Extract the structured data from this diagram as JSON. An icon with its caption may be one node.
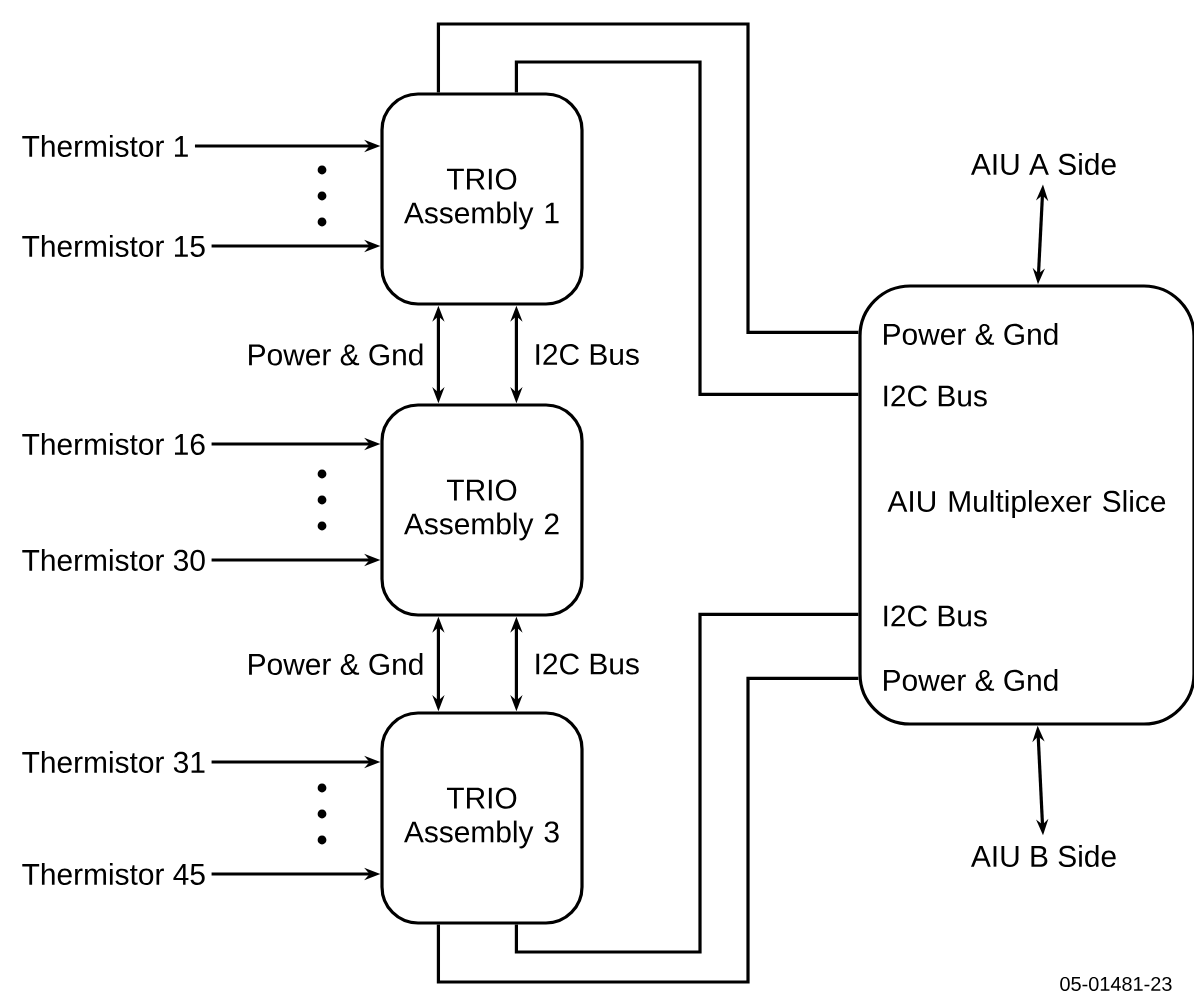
{
  "diagram": {
    "nodes": [
      {
        "text": [
          "TRIO Assembly 1"
        ]
      },
      {
        "text": [
          "TRIO Assembly 2"
        ]
      },
      {
        "text": [
          "TRIO Assembly 3"
        ]
      },
      {
        "text": [
          "Power & Gnd",
          "I2C Bus",
          "AIU Multiplexer Slice",
          "I2C Bus",
          "Power & Gnd"
        ]
      },
      {
        "text": [
          "Thermistor 1"
        ]
      },
      {
        "text": [
          "Thermistor 15"
        ]
      },
      {
        "text": [
          "Thermistor 16"
        ]
      },
      {
        "text": [
          "Thermistor 30"
        ]
      },
      {
        "text": [
          "Thermistor 31"
        ]
      },
      {
        "text": [
          "Thermistor 45"
        ]
      },
      {
        "text": [
          "AIU A Side"
        ]
      },
      {
        "text": [
          "AIU B Side"
        ]
      }
    ],
    "edges": [
      {
        "from": 4,
        "to": 0,
        "arrow": "to"
      },
      {
        "from": 5,
        "to": 0,
        "arrow": "to"
      },
      {
        "from": 6,
        "to": 1,
        "arrow": "to"
      },
      {
        "from": 7,
        "to": 1,
        "arrow": "to"
      },
      {
        "from": 8,
        "to": 2,
        "arrow": "to"
      },
      {
        "from": 9,
        "to": 2,
        "arrow": "to"
      },
      {
        "from": 0,
        "to": 1,
        "arrow": "both",
        "label": "Power & Gnd"
      },
      {
        "from": 0,
        "to": 1,
        "arrow": "both",
        "label": "I2C Bus"
      },
      {
        "from": 1,
        "to": 2,
        "arrow": "both",
        "label": "Power & Gnd"
      },
      {
        "from": 1,
        "to": 2,
        "arrow": "both",
        "label": "I2C Bus"
      },
      {
        "from": 0,
        "to": 3,
        "arrow": "none"
      },
      {
        "from": 0,
        "to": 3,
        "arrow": "none"
      },
      {
        "from": 2,
        "to": 3,
        "arrow": "none"
      },
      {
        "from": 2,
        "to": 3,
        "arrow": "none"
      },
      {
        "from": 10,
        "to": 3,
        "arrow": "both"
      },
      {
        "from": 3,
        "to": 11,
        "arrow": "both"
      }
    ],
    "labels": [
      "05-01481-23"
    ]
  }
}
